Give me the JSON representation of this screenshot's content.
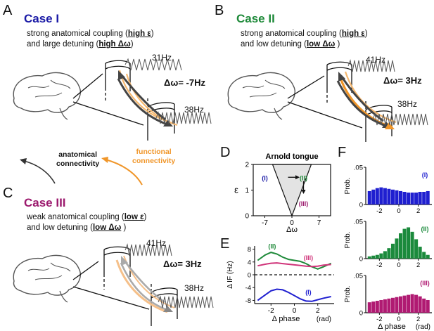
{
  "colors": {
    "case1": "#1a1aa6",
    "case2": "#1f8a3a",
    "case3": "#9c1a6e",
    "functional": "#f0962a",
    "anatomical": "#333333",
    "tongue_fill": "#e3e3e3",
    "blue_bar": "#1f1fd0",
    "green_bar": "#1b8a3c",
    "magenta_bar": "#b01a72"
  },
  "panels": {
    "A": {
      "letter": "A",
      "title": "Case I",
      "line1_pre": "strong anatomical coupling (",
      "line1_hl": "high ε",
      "line1_post": ")",
      "line2_pre": "and large detuning (",
      "line2_hl": "high Δω",
      "line2_post": ")",
      "freq_top": "31Hz",
      "freq_bottom": "38Hz",
      "detuning": "Δω= -7Hz"
    },
    "B": {
      "letter": "B",
      "title": "Case II",
      "line1_pre": "strong anatomical coupling (",
      "line1_hl": "high ε",
      "line1_post": ")",
      "line2_pre": "and low detuning (",
      "line2_hl": "low Δω",
      "line2_post": " )",
      "freq_top": "41Hz",
      "freq_bottom": "38Hz",
      "detuning": "Δω= 3Hz"
    },
    "C": {
      "letter": "C",
      "title": "Case III",
      "line1_pre": "weak anatomical coupling (",
      "line1_hl": "low ε",
      "line1_post": ")",
      "line2_pre": "and low detuning (",
      "line2_hl": "low Δω",
      "line2_post": " )",
      "freq_top": "41Hz",
      "freq_bottom": "38Hz",
      "detuning": "Δω= 3Hz"
    },
    "legend": {
      "anatomical_line1": "anatomical",
      "anatomical_line2": "connectivity",
      "functional_line1": "functional",
      "functional_line2": "connectivity"
    },
    "D": {
      "letter": "D"
    },
    "E": {
      "letter": "E"
    },
    "F": {
      "letter": "F"
    }
  },
  "chart_data": [
    {
      "id": "D",
      "type": "area",
      "title": "Arnold tongue",
      "xlabel": "Δω",
      "ylabel": "ε",
      "xticks": [
        "-7",
        "0",
        "7"
      ],
      "yticks": [
        "0",
        "1",
        "2"
      ],
      "xlim": [
        -10,
        10
      ],
      "ylim": [
        0,
        2
      ],
      "tongue": {
        "apex": [
          0,
          0
        ],
        "left_top": [
          -5,
          2
        ],
        "right_top": [
          5,
          2
        ]
      },
      "points": [
        {
          "label": "(I)",
          "color": "#1a1aa6",
          "x": -7,
          "y": 1.5
        },
        {
          "label": "(II)",
          "color": "#1f8a3a",
          "x": 3,
          "y": 1.5
        },
        {
          "label": "(III)",
          "color": "#9c1a6e",
          "x": 3,
          "y": 0.5
        }
      ],
      "arrow": {
        "from": [
          -1,
          1.5
        ],
        "to": [
          2,
          1.5
        ]
      },
      "arrow2": {
        "from": [
          3,
          1.35
        ],
        "to": [
          3,
          0.85
        ]
      }
    },
    {
      "id": "E",
      "type": "line",
      "xlabel": "Δ phase",
      "xlabel_unit": "(rad)",
      "ylabel": "Δ IF (Hz)",
      "xticks": [
        "-2",
        "0",
        "2"
      ],
      "yticks": [
        "8",
        "4",
        "0",
        "-4",
        "-8"
      ],
      "xlim": [
        -3.4,
        3.4
      ],
      "ylim": [
        -9,
        9
      ],
      "series": [
        {
          "label": "(II)",
          "color": "#1f8a3a",
          "x": [
            -3.14,
            -2.5,
            -2,
            -1.5,
            -1,
            -0.5,
            0,
            0.5,
            1,
            1.5,
            2,
            2.5,
            3.14
          ],
          "y": [
            4.5,
            6.2,
            7.0,
            6.5,
            5.5,
            4.8,
            4.5,
            4.2,
            3.5,
            2.5,
            1.8,
            2.5,
            3.6
          ]
        },
        {
          "label": "(III)",
          "color": "#d0347a",
          "x": [
            -3.14,
            -2.5,
            -2,
            -1.5,
            -1,
            -0.5,
            0,
            0.5,
            1,
            1.5,
            2,
            2.5,
            3.14
          ],
          "y": [
            2.8,
            3.3,
            3.6,
            3.7,
            3.5,
            3.3,
            3.1,
            2.9,
            2.7,
            2.6,
            2.7,
            3.0,
            3.2
          ]
        },
        {
          "label": "(I)",
          "color": "#1f1fd0",
          "x": [
            -3.14,
            -2.5,
            -2,
            -1.5,
            -1,
            -0.5,
            0,
            0.5,
            1,
            1.5,
            2,
            2.5,
            3.14
          ],
          "y": [
            -8.0,
            -6.3,
            -5.0,
            -4.5,
            -4.7,
            -5.5,
            -6.5,
            -7.5,
            -8.2,
            -8.3,
            -7.8,
            -7.3,
            -6.8
          ]
        }
      ],
      "reference_line": 0
    },
    {
      "id": "F",
      "type": "bar",
      "xlabel": "Δ phase",
      "xlabel_unit": "(rad)",
      "ylabel": "Prob.",
      "xticks": [
        "-2",
        "0",
        "2"
      ],
      "yticks": [
        "0",
        ".05"
      ],
      "xlim": [
        -3.4,
        3.4
      ],
      "ylim": [
        0,
        0.05
      ],
      "bin_centers": [
        -3.0,
        -2.6,
        -2.2,
        -1.8,
        -1.4,
        -1.0,
        -0.6,
        -0.2,
        0.2,
        0.6,
        1.0,
        1.4,
        1.8,
        2.2,
        2.6,
        3.0
      ],
      "series": [
        {
          "label": "(I)",
          "color": "#1f1fd0",
          "values": [
            0.018,
            0.02,
            0.022,
            0.023,
            0.022,
            0.021,
            0.02,
            0.019,
            0.018,
            0.017,
            0.016,
            0.016,
            0.016,
            0.017,
            0.017,
            0.018
          ]
        },
        {
          "label": "(II)",
          "color": "#1b8a3c",
          "values": [
            0.003,
            0.004,
            0.005,
            0.007,
            0.01,
            0.014,
            0.02,
            0.027,
            0.034,
            0.04,
            0.042,
            0.036,
            0.026,
            0.016,
            0.009,
            0.005
          ]
        },
        {
          "label": "(III)",
          "color": "#b01a72",
          "values": [
            0.014,
            0.015,
            0.016,
            0.017,
            0.018,
            0.019,
            0.02,
            0.021,
            0.022,
            0.023,
            0.024,
            0.025,
            0.024,
            0.022,
            0.019,
            0.017
          ]
        }
      ]
    }
  ]
}
